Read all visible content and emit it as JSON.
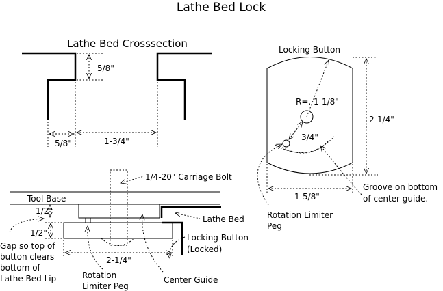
{
  "title": "Lathe Bed Lock",
  "crosssection": {
    "title": "Lathe Bed Crosssection",
    "dim_lip": "5/8\"",
    "dim_wall": "5/8\"",
    "dim_gap": "1-3/4\""
  },
  "button_view": {
    "title": "Locking Button",
    "radius": "R=. 1-1/8\"",
    "offset": "3/4\"",
    "height": "2-1/4\"",
    "width": "1-5/8\"",
    "groove": [
      "Groove on bottom",
      "of center guide."
    ],
    "peg": [
      "Rotation Limiter",
      "Peg"
    ]
  },
  "assembly": {
    "bolt": "1/4-20\" Carriage Bolt",
    "tool_base": "Tool Base",
    "dim_half_1": "1/2\"",
    "dim_half_2": "1/2\"",
    "dim_width": "2-1/4\"",
    "lathe_bed": "Lathe Bed",
    "locking_button": [
      "Locking Button",
      "(Locked)"
    ],
    "gap_note": [
      "Gap so top of",
      "button clears",
      "bottom of",
      "Lathe Bed Lip"
    ],
    "peg": [
      "Rotation",
      "Limiter Peg"
    ],
    "center_guide": "Center Guide"
  }
}
